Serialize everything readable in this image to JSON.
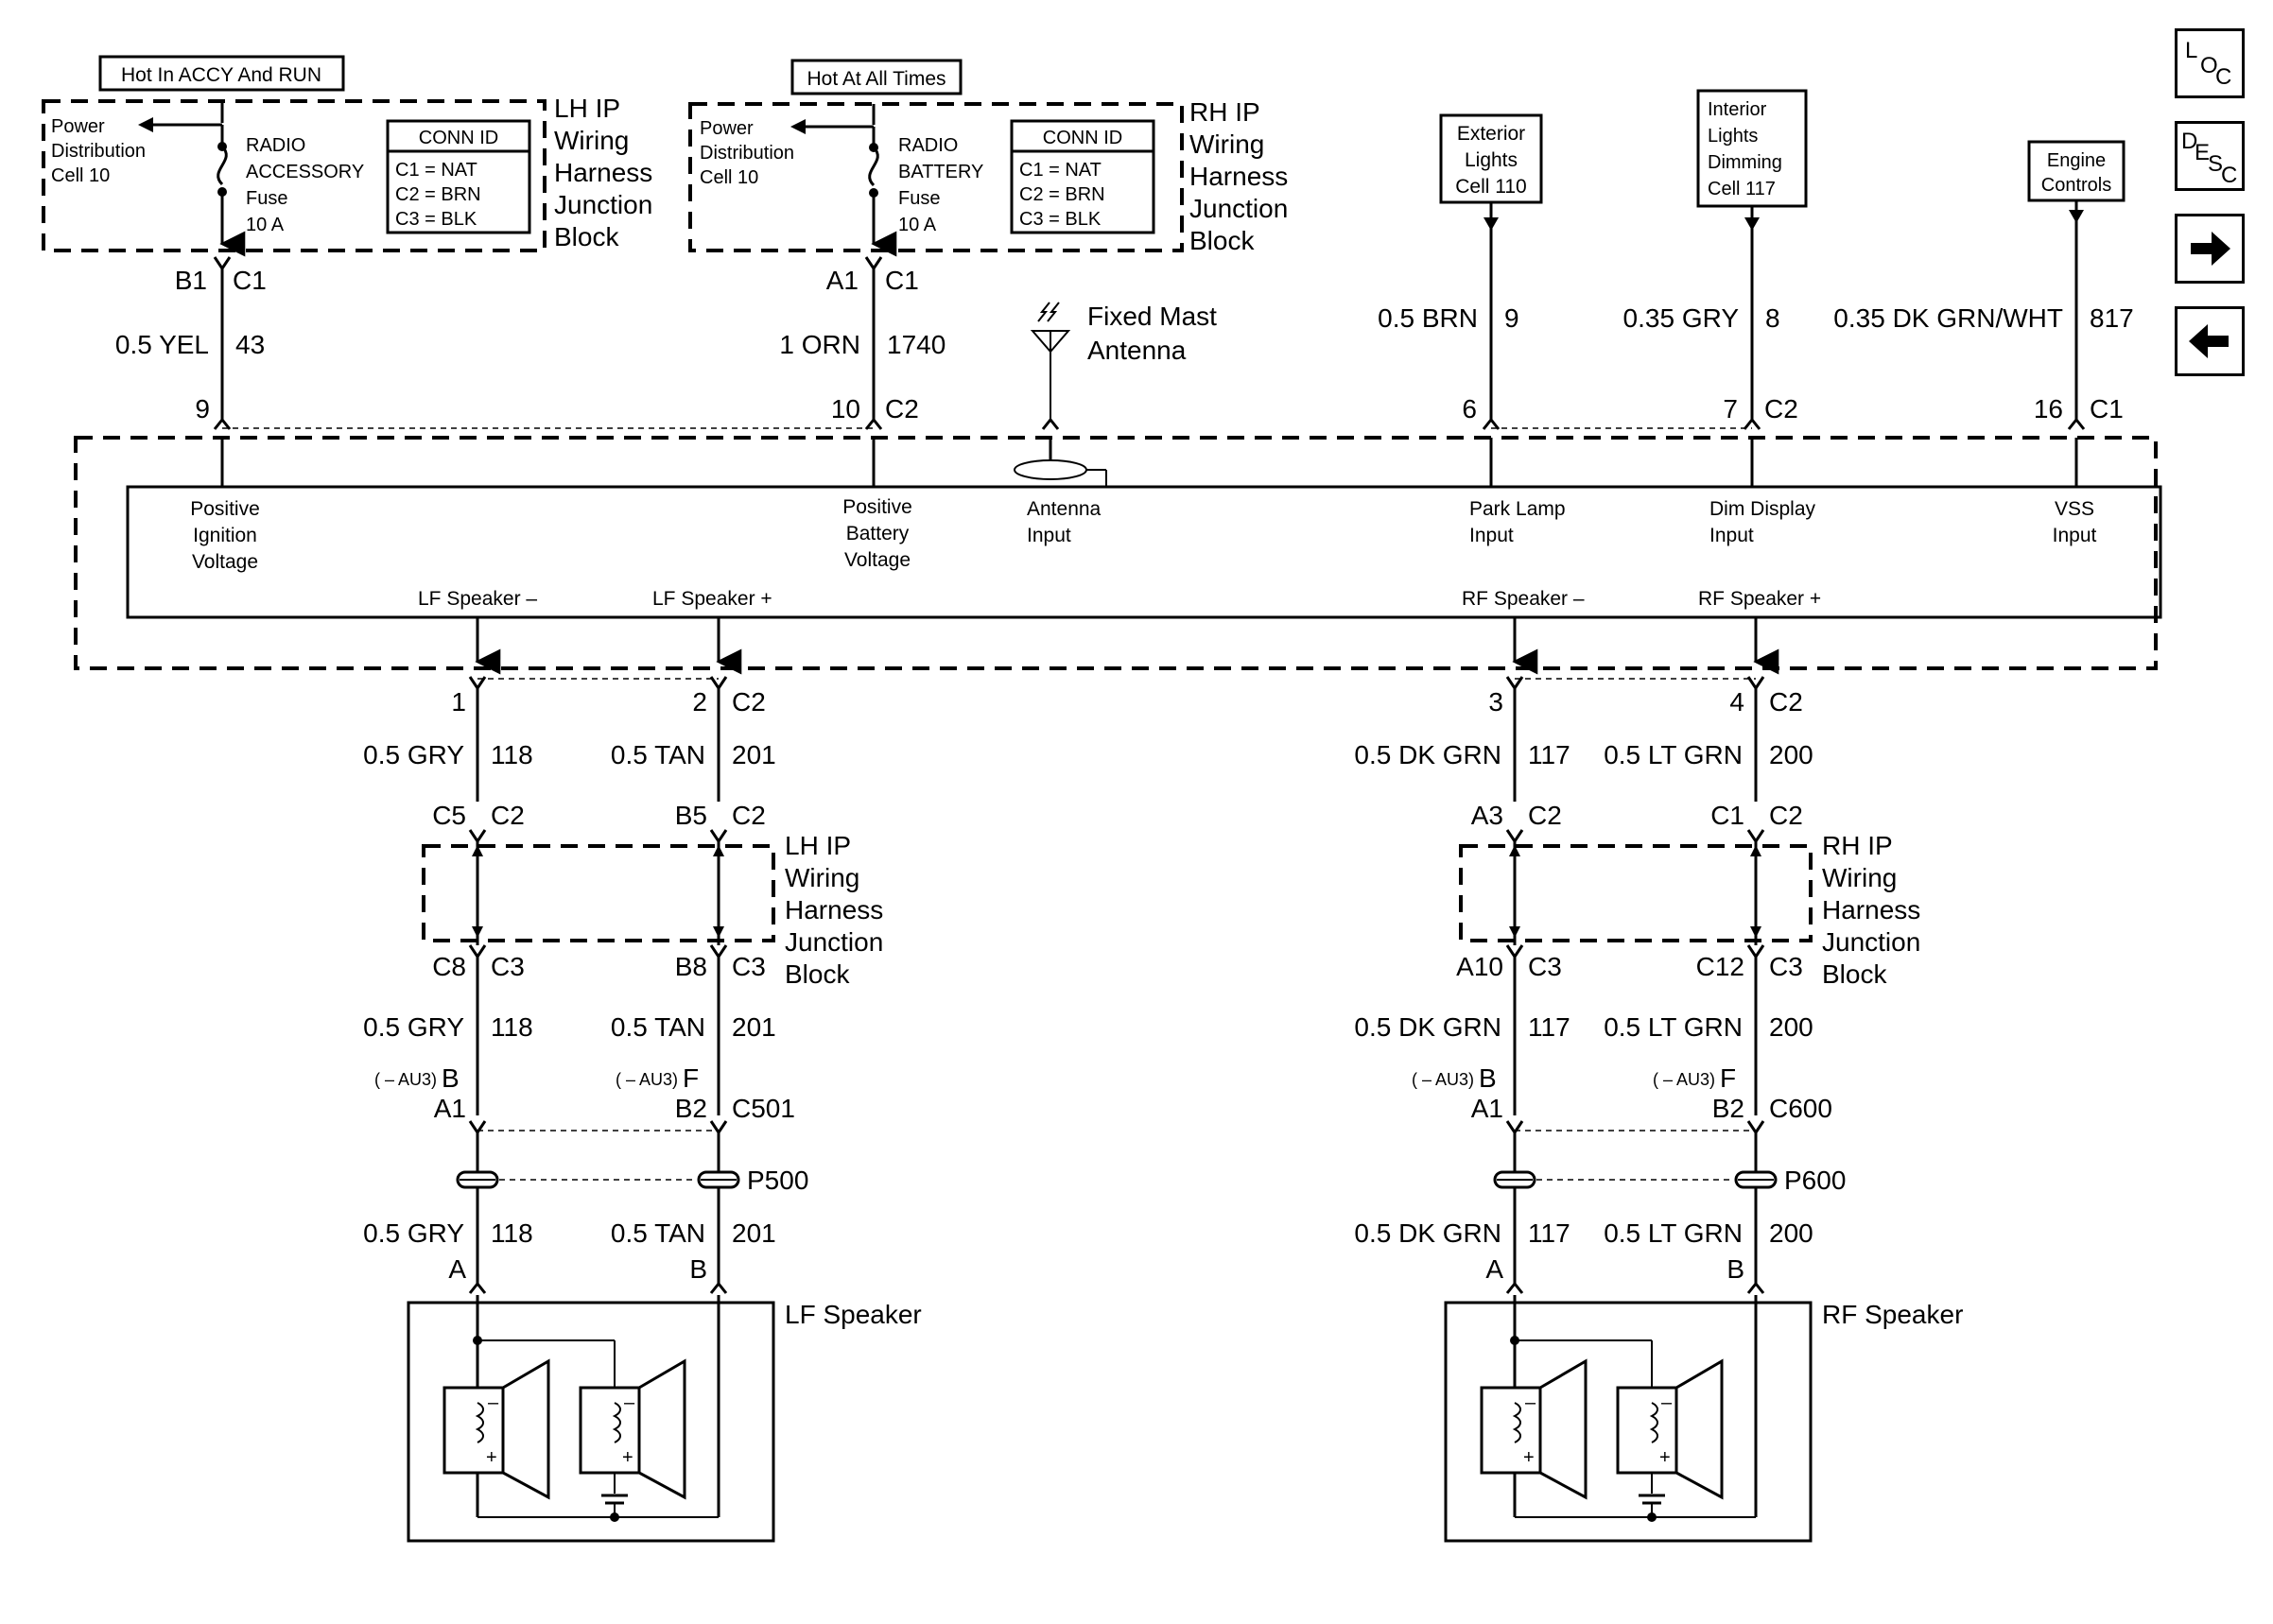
{
  "nav": {
    "loc": [
      "L",
      "O",
      "C"
    ],
    "desc": [
      "D",
      "E",
      "S",
      "C"
    ],
    "next_icon": "arrow-right-icon",
    "prev_icon": "arrow-left-icon"
  },
  "fuses": {
    "accy": {
      "tag": "Hot In ACCY And RUN",
      "pdc": [
        "Power",
        "Distribution",
        "Cell 10"
      ],
      "fuse": [
        "RADIO",
        "ACCESSORY",
        "Fuse",
        "10 A"
      ],
      "conn_title": "CONN ID",
      "conn": [
        "C1 = NAT",
        "C2 = BRN",
        "C3 = BLK"
      ],
      "block": [
        "LH IP",
        "Wiring",
        "Harness",
        "Junction",
        "Block"
      ],
      "pins": {
        "left": "B1",
        "right": "C1"
      },
      "wire": {
        "color": "0.5 YEL",
        "circuit": "43"
      }
    },
    "batt": {
      "tag": "Hot At All Times",
      "pdc": [
        "Power",
        "Distribution",
        "Cell 10"
      ],
      "fuse": [
        "RADIO",
        "BATTERY",
        "Fuse",
        "10 A"
      ],
      "conn_title": "CONN ID",
      "conn": [
        "C1 = NAT",
        "C2 = BRN",
        "C3 = BLK"
      ],
      "block": [
        "RH IP",
        "Wiring",
        "Harness",
        "Junction",
        "Block"
      ],
      "pins": {
        "left": "A1",
        "right": "C1"
      },
      "wire": {
        "color": "1 ORN",
        "circuit": "1740"
      }
    }
  },
  "antenna": {
    "label": [
      "Fixed Mast",
      "Antenna"
    ]
  },
  "sources": {
    "exterior": {
      "label": [
        "Exterior",
        "Lights",
        "Cell 110"
      ],
      "wire": {
        "color": "0.5 BRN",
        "circuit": "9"
      }
    },
    "interior": {
      "label": [
        "Interior",
        "Lights",
        "Dimming",
        "Cell 117"
      ],
      "wire": {
        "color": "0.35 GRY",
        "circuit": "8"
      }
    },
    "engine": {
      "label": [
        "Engine",
        "Controls"
      ],
      "wire": {
        "color": "0.35 DK GRN/WHT",
        "circuit": "817"
      }
    }
  },
  "radio": {
    "top_pins": {
      "p9": "9",
      "p10": "10",
      "c2a": "C2",
      "p6": "6",
      "p7": "7",
      "c2b": "C2",
      "p16": "16",
      "c1": "C1"
    },
    "inputs": {
      "ign": [
        "Positive",
        "Ignition",
        "Voltage"
      ],
      "batt": [
        "Positive",
        "Battery",
        "Voltage"
      ],
      "ant": [
        "Antenna",
        "Input"
      ],
      "park": [
        "Park Lamp",
        "Input"
      ],
      "dim": [
        "Dim Display",
        "Input"
      ],
      "vss": [
        "VSS",
        "Input"
      ]
    },
    "outputs": {
      "lf_minus": "LF Speaker –",
      "lf_plus": "LF Speaker +",
      "rf_minus": "RF Speaker –",
      "rf_plus": "RF Speaker +"
    },
    "bottom_pins": {
      "p1": "1",
      "p2": "2",
      "c2a": "C2",
      "p3": "3",
      "p4": "4",
      "c2b": "C2"
    }
  },
  "left_branch": {
    "wires1": [
      {
        "color": "0.5 GRY",
        "circuit": "118"
      },
      {
        "color": "0.5 TAN",
        "circuit": "201"
      }
    ],
    "jb_top": [
      {
        "pin": "C5",
        "conn": "C2"
      },
      {
        "pin": "B5",
        "conn": "C2"
      }
    ],
    "block": [
      "LH IP",
      "Wiring",
      "Harness",
      "Junction",
      "Block"
    ],
    "jb_bottom": [
      {
        "pin": "C8",
        "conn": "C3"
      },
      {
        "pin": "B8",
        "conn": "C3"
      }
    ],
    "wires2": [
      {
        "color": "0.5 GRY",
        "circuit": "118"
      },
      {
        "color": "0.5 TAN",
        "circuit": "201"
      }
    ],
    "option": [
      {
        "text": "( – AU3)",
        "pin": "B"
      },
      {
        "text": "( – AU3)",
        "pin": "F"
      }
    ],
    "conn_pins": [
      "A1",
      "B2"
    ],
    "conn_id": "C501",
    "splice": "P500",
    "wires3": [
      {
        "color": "0.5 GRY",
        "circuit": "118"
      },
      {
        "color": "0.5 TAN",
        "circuit": "201"
      }
    ],
    "spk_pins": [
      "A",
      "B"
    ],
    "speaker": "LF Speaker"
  },
  "right_branch": {
    "wires1": [
      {
        "color": "0.5 DK GRN",
        "circuit": "117"
      },
      {
        "color": "0.5 LT GRN",
        "circuit": "200"
      }
    ],
    "jb_top": [
      {
        "pin": "A3",
        "conn": "C2"
      },
      {
        "pin": "C1",
        "conn": "C2"
      }
    ],
    "block": [
      "RH IP",
      "Wiring",
      "Harness",
      "Junction",
      "Block"
    ],
    "jb_bottom": [
      {
        "pin": "A10",
        "conn": "C3"
      },
      {
        "pin": "C12",
        "conn": "C3"
      }
    ],
    "wires2": [
      {
        "color": "0.5 DK GRN",
        "circuit": "117"
      },
      {
        "color": "0.5 LT GRN",
        "circuit": "200"
      }
    ],
    "option": [
      {
        "text": "( – AU3)",
        "pin": "B"
      },
      {
        "text": "( – AU3)",
        "pin": "F"
      }
    ],
    "conn_pins": [
      "A1",
      "B2"
    ],
    "conn_id": "C600",
    "splice": "P600",
    "wires3": [
      {
        "color": "0.5 DK GRN",
        "circuit": "117"
      },
      {
        "color": "0.5 LT GRN",
        "circuit": "200"
      }
    ],
    "spk_pins": [
      "A",
      "B"
    ],
    "speaker": "RF Speaker"
  },
  "speaker_polarity": {
    "minus": "–",
    "plus": "+"
  }
}
